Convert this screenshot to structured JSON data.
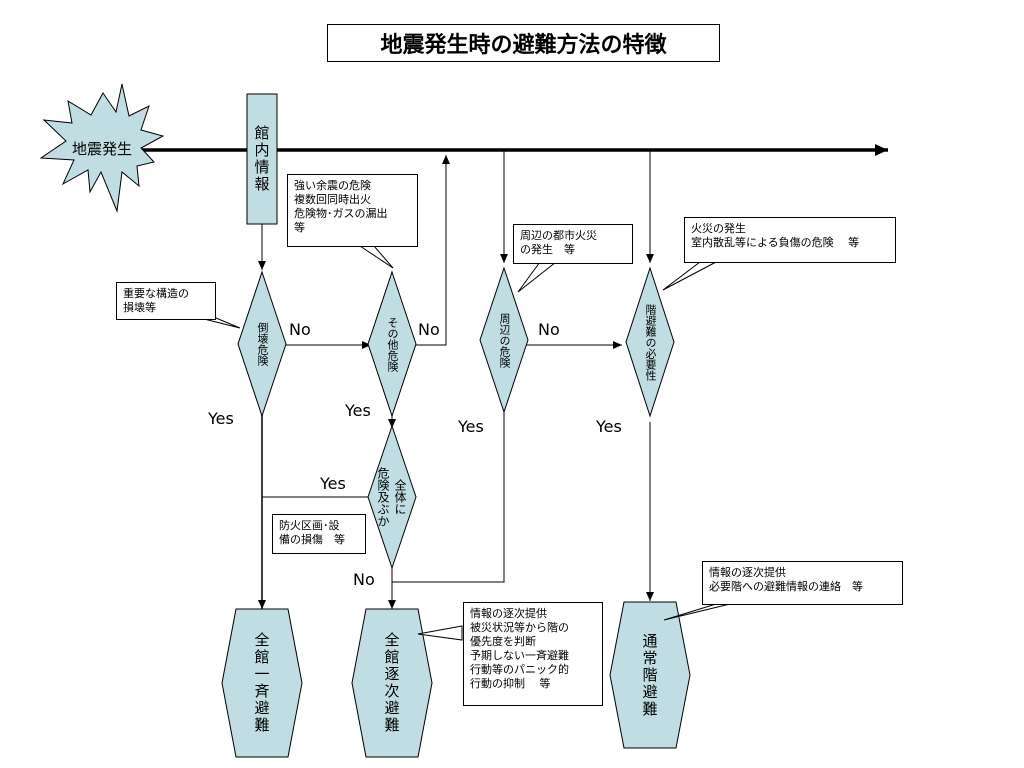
{
  "title": "地震発生時の避難方法の特徴",
  "start": "地震発生",
  "info_box": "館内情報",
  "decisions": {
    "collapse": "倒壊危険",
    "other": "その他危険",
    "surroundings": "周辺の危険",
    "floor_evac": "階避難の必要性",
    "whole": [
      "全体に",
      "危険及ぶか"
    ]
  },
  "outcomes": {
    "all_at_once": "全館一斉避難",
    "sequential": "全館逐次避難",
    "normal_floor": "通常階避難"
  },
  "labels": {
    "no": "No",
    "yes": "Yes"
  },
  "callouts": {
    "structure": "重要な構造の\n損壊等",
    "aftershock": "強い余震の危険\n複数回同時出火\n危険物･ガスの漏出\n等",
    "urban_fire": "周辺の都市火災\nの発生　等",
    "fire": "火災の発生\n室内散乱等による負傷の危険　 等",
    "fire_zone": "防火区画･設\n備の損傷　等",
    "seq_info": "情報の逐次提供\n被災状況等から階の\n優先度を判断\n予期しない一斉避難\n行動等のパニック的\n行動の抑制　 等",
    "floor_info": "情報の逐次提供\n必要階への避難情報の連絡　等"
  },
  "colors": {
    "shape_fill": "#c0dde3",
    "stroke": "#000000"
  }
}
